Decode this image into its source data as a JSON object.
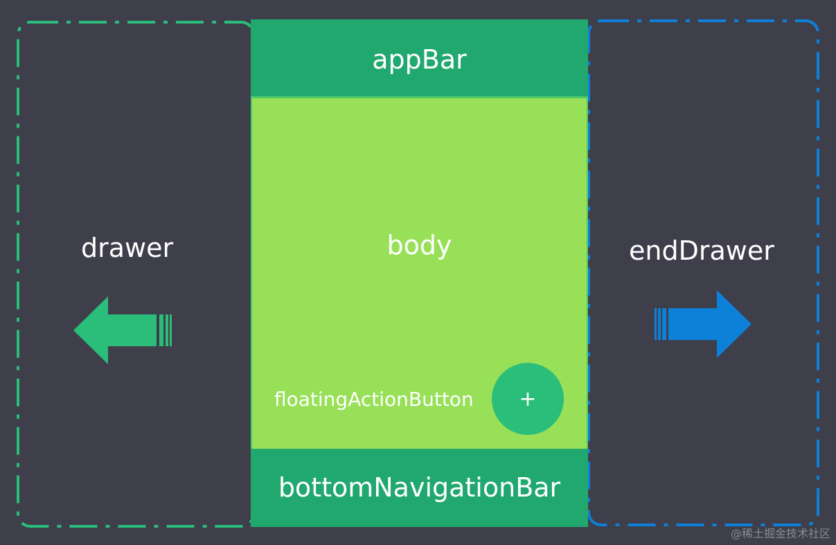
{
  "labels": {
    "drawer": "drawer",
    "end_drawer": "endDrawer",
    "app_bar": "appBar",
    "body": "body",
    "fab": "floatingActionButton",
    "fab_symbol": "+",
    "bottom_nav": "bottomNavigationBar"
  },
  "watermark": "@稀土掘金技术社区",
  "icons": {
    "drawer_arrow": "arrow-left-icon",
    "end_drawer_arrow": "arrow-right-icon"
  },
  "colors": {
    "background": "#3f3f4c",
    "drawer_accent": "#2bbd7a",
    "end_drawer_accent": "#0d80d8",
    "app_bar": "#21a86f",
    "body": "#97e058",
    "fab": "#2bbd7a"
  }
}
